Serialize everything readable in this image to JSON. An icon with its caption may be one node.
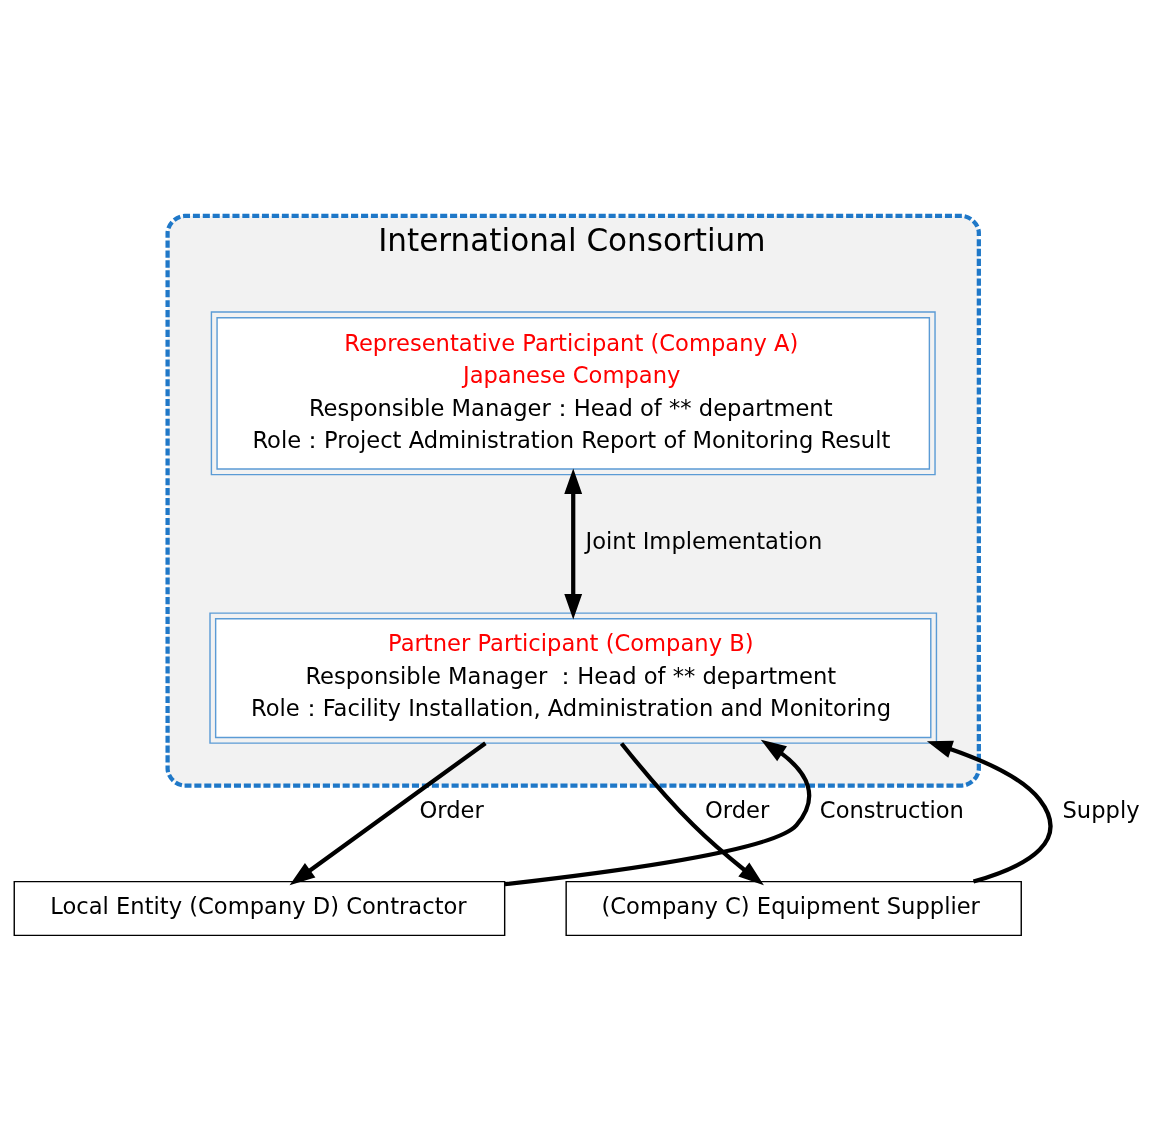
{
  "diagram": {
    "nodes": [
      {
        "text": [
          "International Consortium"
        ]
      },
      {
        "text": [
          "Representative Participant (Company A)",
          "Japanese Company",
          "Responsible Manager：Head of ** department",
          "Role：Project Administration Report of Monitoring Result"
        ],
        "in": 0
      },
      {
        "text": [
          "Partner Participant (Company B)",
          "Responsible Manager ：Head of ** department",
          "Role：Facility Installation, Administration and Monitoring"
        ],
        "in": 0
      },
      {
        "text": [
          "Local Entity (Company D) Contractor"
        ]
      },
      {
        "text": [
          "(Company C) Equipment Supplier"
        ]
      }
    ],
    "edges": [
      {
        "from": 1,
        "to": 2,
        "arrow": "both",
        "label": "Joint Implementation"
      },
      {
        "from": 2,
        "to": 3,
        "arrow": "to",
        "label": "Order"
      },
      {
        "from": 3,
        "to": 2,
        "arrow": "to",
        "label": "Construction"
      },
      {
        "from": 2,
        "to": 4,
        "arrow": "to",
        "label": "Order"
      },
      {
        "from": 4,
        "to": 2,
        "arrow": "to",
        "label": "Supply"
      }
    ]
  }
}
